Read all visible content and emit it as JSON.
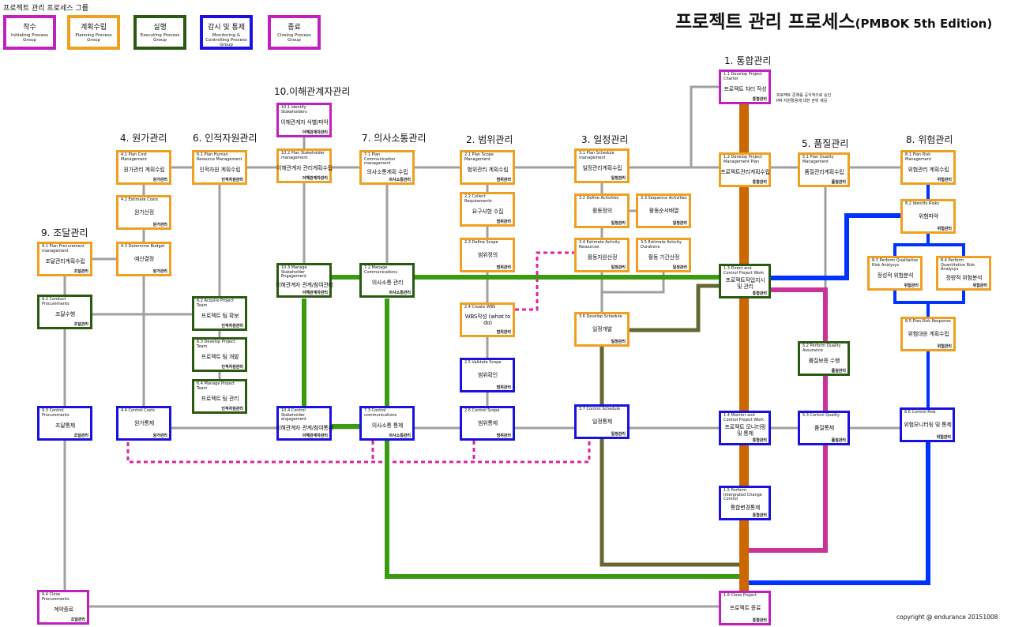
{
  "legend": {
    "title": "프로젝트 관리 프로세스 그룹",
    "groups": [
      {
        "key": "initiating",
        "ko": "착수",
        "en": "Initiating Process Group",
        "color": "#c020c0"
      },
      {
        "key": "planning",
        "ko": "계획수립",
        "en": "Planning Process Group",
        "color": "#f0a020"
      },
      {
        "key": "executing",
        "ko": "실행",
        "en": "Executing Process Group",
        "color": "#2a5a10"
      },
      {
        "key": "monitoring",
        "ko": "감시 및 통제",
        "en": "Monitoring & Controlling Process Group",
        "color": "#1a10e0"
      },
      {
        "key": "closing",
        "ko": "종료",
        "en": "Closing Process Group",
        "color": "#c020c0"
      }
    ]
  },
  "title": {
    "main": "프로젝트 관리 프로세스",
    "sub": "(PMBOK 5th Edition)"
  },
  "areas": [
    {
      "id": "a1",
      "label": "1. 통합관리"
    },
    {
      "id": "a10",
      "label": "10.이해관계자관리"
    },
    {
      "id": "a4",
      "label": "4. 원가관리"
    },
    {
      "id": "a6",
      "label": "6. 인적자원관리"
    },
    {
      "id": "a7",
      "label": "7. 의사소통관리"
    },
    {
      "id": "a2",
      "label": "2. 범위관리"
    },
    {
      "id": "a3",
      "label": "3. 일정관리"
    },
    {
      "id": "a5",
      "label": "5. 품질관리"
    },
    {
      "id": "a8",
      "label": "8. 위험관리"
    },
    {
      "id": "a9",
      "label": "9. 조달관리"
    }
  ],
  "note": {
    "line1": "프로젝트 존재를 공식적으로 승인",
    "line2": "PM 자원활용에 대한 권위 제공"
  },
  "processes": [
    {
      "id": "1.1",
      "en": "1.1 Develop Project Charter",
      "ko": "프로젝트 차터 작성",
      "tag": "통합관리",
      "group": "initiating"
    },
    {
      "id": "1.2",
      "en": "1.2 Develop Project Management Plan",
      "ko": "프로젝트관리계획수립",
      "tag": "통합관리",
      "group": "planning"
    },
    {
      "id": "1.3",
      "en": "1.3 Direct and Control Project Work",
      "ko": "프로젝트작업지시 및 관리",
      "tag": "통합관리",
      "group": "executing"
    },
    {
      "id": "1.4",
      "en": "1.4 Monitor and Control Project Work",
      "ko": "프로젝트 모니터링 및 통제",
      "tag": "통합관리",
      "group": "monitoring"
    },
    {
      "id": "1.5",
      "en": "1.5 Perform Intergrated Change Control",
      "ko": "통합변경통제",
      "tag": "통합관리",
      "group": "monitoring"
    },
    {
      "id": "1.6",
      "en": "1.6 Close Project",
      "ko": "프로젝트 종료",
      "tag": "통합관리",
      "group": "closing"
    },
    {
      "id": "2.1",
      "en": "2.1 Plan Scope Management",
      "ko": "범위관리 계획수립",
      "tag": "범위관리",
      "group": "planning"
    },
    {
      "id": "2.2",
      "en": "2.2 Collect Requirements",
      "ko": "요구사항 수집",
      "tag": "범위관리",
      "group": "planning"
    },
    {
      "id": "2.3",
      "en": "2.3 Define Scope",
      "ko": "범위정의",
      "tag": "범위관리",
      "group": "planning"
    },
    {
      "id": "2.4",
      "en": "2.4 Create WBS",
      "ko": "WBS작성 (what to do)",
      "tag": "범위관리",
      "group": "planning"
    },
    {
      "id": "2.5",
      "en": "2.5 Validate Scope",
      "ko": "범위확인",
      "tag": "범위관리",
      "group": "monitoring"
    },
    {
      "id": "2.6",
      "en": "2.6 Control Scope",
      "ko": "범위통제",
      "tag": "범위관리",
      "group": "monitoring"
    },
    {
      "id": "3.1",
      "en": "3.1 Plan Schedule management",
      "ko": "일정관리계획수립",
      "tag": "일정관리",
      "group": "planning"
    },
    {
      "id": "3.2",
      "en": "3.2 Define Activities",
      "ko": "활동정의",
      "tag": "일정관리",
      "group": "planning"
    },
    {
      "id": "3.3",
      "en": "3.3 Sequence Activities",
      "ko": "활동순서배열",
      "tag": "일정관리",
      "group": "planning"
    },
    {
      "id": "3.4",
      "en": "3.4 Estimate Activity Resources",
      "ko": "활동자원산정",
      "tag": "일정관리",
      "group": "planning"
    },
    {
      "id": "3.5",
      "en": "3.5 Estimate Activity Durations",
      "ko": "활동 기간산정",
      "tag": "일정관리",
      "group": "planning"
    },
    {
      "id": "3.6",
      "en": "3.6 Develop Schedule",
      "ko": "일정개발",
      "tag": "일정관리",
      "group": "planning"
    },
    {
      "id": "3.7",
      "en": "3.7 Control Schedule",
      "ko": "일정통제",
      "tag": "일정관리",
      "group": "monitoring"
    },
    {
      "id": "4.1",
      "en": "4.1 Plan Cost Management",
      "ko": "원가관리 계획수립",
      "tag": "원가관리",
      "group": "planning"
    },
    {
      "id": "4.2",
      "en": "4.2 Estimate Costs",
      "ko": "원가산정",
      "tag": "원가관리",
      "group": "planning"
    },
    {
      "id": "4.3",
      "en": "4.3 Determine Budget",
      "ko": "예산결정",
      "tag": "원가관리",
      "group": "planning"
    },
    {
      "id": "4.4",
      "en": "4.4 Control Costs",
      "ko": "원가통제",
      "tag": "원가관리",
      "group": "monitoring"
    },
    {
      "id": "5.1",
      "en": "5.1 Plan Quality Management",
      "ko": "품질관리계획수립",
      "tag": "품질관리",
      "group": "planning"
    },
    {
      "id": "5.2",
      "en": "5.2 Perform Quality Assurance",
      "ko": "품질보증 수행",
      "tag": "품질관리",
      "group": "executing"
    },
    {
      "id": "5.3",
      "en": "5.3 Control Quality",
      "ko": "품질통제",
      "tag": "품질관리",
      "group": "monitoring"
    },
    {
      "id": "6.1",
      "en": "6.1 Plan Human Resource Management",
      "ko": "인적자원 계획수립",
      "tag": "인적자원관리",
      "group": "planning"
    },
    {
      "id": "6.2",
      "en": "6.2 Acquire Project Team",
      "ko": "프로젝트 팀 확보",
      "tag": "인적자원관리",
      "group": "executing"
    },
    {
      "id": "6.3",
      "en": "6.3 Develop Project Team",
      "ko": "프로젝트 팀 개발",
      "tag": "인적자원관리",
      "group": "executing"
    },
    {
      "id": "6.4",
      "en": "6.4 Manage Project Team",
      "ko": "프로젝트 팀 관리",
      "tag": "인적자원관리",
      "group": "executing"
    },
    {
      "id": "7.1",
      "en": "7.1 Plan Communication management",
      "ko": "의사소통계획 수립",
      "tag": "의사소통관리",
      "group": "planning"
    },
    {
      "id": "7.2",
      "en": "7.2 Manage Communications",
      "ko": "의사소통 관리",
      "tag": "의사소통관리",
      "group": "executing"
    },
    {
      "id": "7.3",
      "en": "7.3 Control communications",
      "ko": "의사소통 통제",
      "tag": "의사소통관리",
      "group": "monitoring"
    },
    {
      "id": "8.1",
      "en": "8.1 Plan Risk Management",
      "ko": "위험관리 계획수립",
      "tag": "위험관리",
      "group": "planning"
    },
    {
      "id": "8.2",
      "en": "8.2 Identify Risks",
      "ko": "위험파악",
      "tag": "위험관리",
      "group": "planning"
    },
    {
      "id": "8.3",
      "en": "8.3 Perform Qualitative Risk Analysys",
      "ko": "정성적 위험분석",
      "tag": "위험관리",
      "group": "planning"
    },
    {
      "id": "8.4",
      "en": "8.4 Perform Quantitative Risk Analysys",
      "ko": "정량적 위험분석",
      "tag": "위험관리",
      "group": "planning"
    },
    {
      "id": "8.5",
      "en": "8.5 Plan Risk Response",
      "ko": "위험대응 계획수립",
      "tag": "위험관리",
      "group": "planning"
    },
    {
      "id": "8.6",
      "en": "8.6 Control Risk",
      "ko": "위험모니터링 및 통제",
      "tag": "위험관리",
      "group": "monitoring"
    },
    {
      "id": "9.1",
      "en": "9.1 Plan Procurement management",
      "ko": "조달관리계획수립",
      "tag": "조달관리",
      "group": "planning"
    },
    {
      "id": "9.2",
      "en": "9.2 Conduct Procurements",
      "ko": "조달수행",
      "tag": "조달관리",
      "group": "executing"
    },
    {
      "id": "9.3",
      "en": "9.3 Control Procurements",
      "ko": "조달통제",
      "tag": "조달관리",
      "group": "monitoring"
    },
    {
      "id": "9.4",
      "en": "9.4 Close Procurements",
      "ko": "계약종료",
      "tag": "조달관리",
      "group": "closing"
    },
    {
      "id": "10.1",
      "en": "10.1 Identify Stakeholders",
      "ko": "이해관계자 식별/파악",
      "tag": "이해관계자관리",
      "group": "initiating"
    },
    {
      "id": "10.2",
      "en": "10.2 Plan Stakeholder management",
      "ko": "이해관계자 관리계획수립",
      "tag": "이해관계자관리",
      "group": "planning"
    },
    {
      "id": "10.3",
      "en": "10.3 Manage Stakeholder Engagement",
      "ko": "이해관계자 관계/참여관리",
      "tag": "이해관계자관리",
      "group": "executing"
    },
    {
      "id": "10.4",
      "en": "10.4 Control Stakeholder engagement",
      "ko": "이해관계자 관계/참여통제",
      "tag": "이해관계자관리",
      "group": "monitoring"
    }
  ],
  "flow_colors": {
    "gray": "#a0a0a0",
    "integration": "#cc6600",
    "executing": "#3a9a10",
    "schedule": "#666633",
    "risk": "#0033ff",
    "quality": "#cc3399",
    "dotted": "#e0209f"
  },
  "copyright": "copyright @ endurance 20151008"
}
